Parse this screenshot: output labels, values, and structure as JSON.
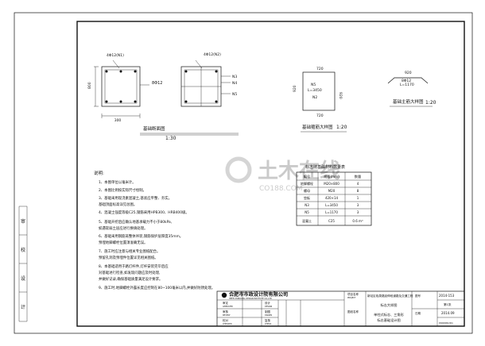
{
  "sheet": {
    "side_labels": [
      "审",
      "校",
      "设",
      "计"
    ],
    "section_title": "基础断面图",
    "section_scale": "1:30",
    "section_dims": {
      "top_left": "4Φ12(N1)",
      "left_height": "800",
      "base_width": "300",
      "mid_label": "8Φ12",
      "top_right": "4Φ12(N2)",
      "n3": "N3",
      "n4": "N4",
      "n5": "N5"
    },
    "anchor_title": "基础箍筋大样图",
    "anchor_scale": "1:20",
    "anchor_dims": {
      "top": "720",
      "left": "920",
      "right": "920",
      "mark": "N5",
      "length": "L=3450",
      "n2": "N2",
      "bottom": "720"
    },
    "bar_title": "基础主筋大样图",
    "bar_scale": "1:20",
    "bar_dims": {
      "top": "920",
      "mid": "8Φ12",
      "len": "L=1170"
    },
    "watermark_main": "土木在线",
    "watermark_sub": "CO188.COM",
    "notes_title": "说明:",
    "notes": [
      "1、本图单位以毫米计。",
      "2、本图比例按实际尺寸绘制。",
      "3、基础采用现浇素混凝土,基底应平整、夯实。",
      "   基础顶面标高详见总图。",
      "4、混凝土强度等级C25,钢筋采用HPB300、HRB400级。",
      "5、基础开挖后应确认地基承载力不小于80kPa,",
      "   如遇软弱土层应进行换填处理。",
      "6、基础采用钢筋笼整体吊装,钢筋保护层厚度35mm。",
      "   预埋地脚螺栓位置须准确无误。",
      "7、施工时应注意与相关专业图纸配合。",
      "   预留孔洞及预埋件位置详见相关图纸。",
      "8、本基础适用于路灯杆件,灯杆安装完毕后应",
      "   对基础进行检查,如发现问题应及时处理,",
      "   并做好记录,确保基础质量满足设计要求。",
      "9、施工时,地脚螺栓外露长度应控制在80~100毫米以内,并做好防锈处理。"
    ],
    "table_title": "标志牌基础材料数量表",
    "table_headers": [
      "编号",
      "规格(mm)",
      "数量"
    ],
    "table_rows": [
      [
        "地脚螺栓",
        "M20×800",
        "4"
      ],
      [
        "螺母",
        "M20",
        "8"
      ],
      [
        "垫板",
        "420×14",
        "1"
      ],
      [
        "N3",
        "L=3450",
        "3"
      ],
      [
        "N5",
        "L=1170",
        "3"
      ],
      [
        "混凝土",
        "C25",
        "0.6 m³"
      ]
    ],
    "title_block": {
      "company": "合肥市市政设计院有限公司",
      "company_en": "HEFEI MUNICIPAL DESIGN INSTITUTE CO.,LTD",
      "project_label": "项目名称",
      "project_en": "PROJECT",
      "project": "新站区临泉路延伸段道路及交通工程",
      "drawing_label": "图纸名称",
      "drawing": "标志大样图",
      "drawing_detail_1": "单柱式标志、三角形",
      "drawing_detail_2": "标志基础设计图",
      "left_roles": [
        "审定",
        "APPROVED",
        "审核",
        "REVIEW",
        "校对",
        "CHECKED"
      ],
      "right_roles": [
        "设计",
        "DESIGN",
        "制图",
        "DRAWN",
        "复核",
        "CHECK"
      ],
      "no_label": "图号",
      "no_value": "2014-153",
      "sheet_label": "第1张",
      "date_label": "日期",
      "date_value": "2014.09",
      "drawing_no_label": "DRAWING NO."
    }
  }
}
